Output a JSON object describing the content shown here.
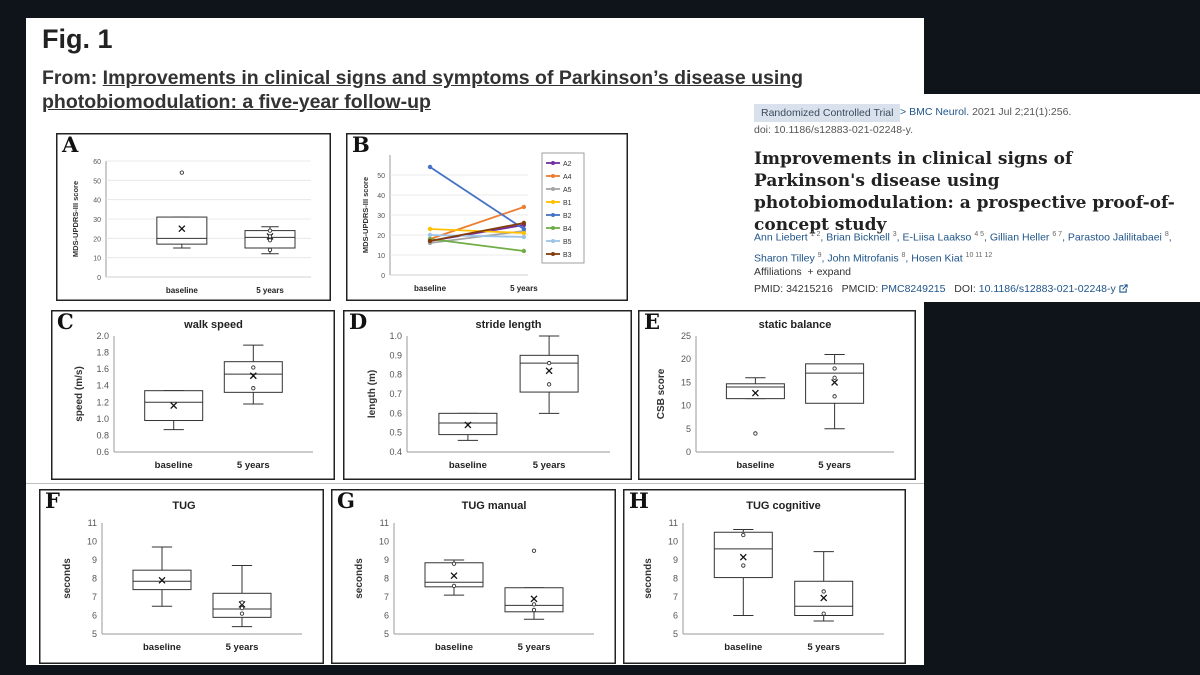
{
  "figure": {
    "title": "Fig. 1",
    "from_label": "From: ",
    "from_link": "Improvements in clinical signs and symptoms of Parkinson’s disease using photobiomodulation: a five-year follow-up"
  },
  "article": {
    "badge": "Randomized Controlled Trial",
    "chevron": ">",
    "journal": "BMC Neurol.",
    "citation": "2021 Jul 2;21(1):256.",
    "doi_line": "doi: 10.1186/s12883-021-02248-y.",
    "title": "Improvements in clinical signs of Parkinson's disease using photobiomodulation: a prospective proof-of-concept study",
    "authors": [
      {
        "name": "Ann Liebert",
        "sup": "1 2"
      },
      {
        "name": "Brian Bicknell",
        "sup": "3"
      },
      {
        "name": "E-Liisa Laakso",
        "sup": "4 5"
      },
      {
        "name": "Gillian Heller",
        "sup": "6 7"
      },
      {
        "name": "Parastoo Jalilitabaei",
        "sup": "8"
      },
      {
        "name": "Sharon Tilley",
        "sup": "9"
      },
      {
        "name": "John Mitrofanis",
        "sup": "8"
      },
      {
        "name": "Hosen Kiat",
        "sup": "10 11 12"
      }
    ],
    "affiliations": "Affiliations",
    "expand": "+ expand",
    "pmid_label": "PMID:",
    "pmid": "34215216",
    "pmcid_label": "PMCID:",
    "pmcid": "PMC8249215",
    "doi_label": "DOI:",
    "doi": "10.1186/s12883-021-02248-y"
  },
  "chart_data": [
    {
      "id": "A",
      "type": "box",
      "title": "",
      "ylabel": "MDS-UPDRS-III score",
      "ylim": [
        0,
        60
      ],
      "yticks": [
        0,
        10,
        20,
        30,
        40,
        50,
        60
      ],
      "categories": [
        "baseline",
        "5 years"
      ],
      "boxes": [
        {
          "min": 15,
          "q1": 17,
          "median": 20,
          "q3": 31,
          "max": 31,
          "mean": 25,
          "points": [
            54
          ]
        },
        {
          "min": 12,
          "q1": 15,
          "median": 20.5,
          "q3": 24,
          "max": 26,
          "mean": 21,
          "points": [
            14,
            19,
            21,
            24
          ]
        }
      ]
    },
    {
      "id": "B",
      "type": "line",
      "title": "",
      "ylabel": "MDS-UPDRS-III score",
      "ylim": [
        0,
        60
      ],
      "yticks": [
        0,
        10,
        20,
        30,
        40,
        50
      ],
      "categories": [
        "baseline",
        "5 years"
      ],
      "series": [
        {
          "name": "A2",
          "color": "#7030a0",
          "values": [
            17,
            25
          ]
        },
        {
          "name": "A4",
          "color": "#ed7d31",
          "values": [
            18,
            34
          ]
        },
        {
          "name": "A5",
          "color": "#a5a5a5",
          "values": [
            16,
            22
          ]
        },
        {
          "name": "B1",
          "color": "#ffc000",
          "values": [
            23,
            21
          ]
        },
        {
          "name": "B2",
          "color": "#4472c4",
          "values": [
            54,
            23
          ]
        },
        {
          "name": "B4",
          "color": "#70ad47",
          "values": [
            18,
            12
          ]
        },
        {
          "name": "B5",
          "color": "#9dc3e6",
          "values": [
            20,
            19
          ]
        },
        {
          "name": "B3",
          "color": "#843c0c",
          "values": [
            17,
            26
          ]
        }
      ]
    },
    {
      "id": "C",
      "type": "box",
      "title": "walk speed",
      "ylabel": "speed (m/s)",
      "ylim": [
        0.6,
        2.0
      ],
      "yticks": [
        "0.6",
        "0.8",
        "1.0",
        "1.2",
        "1.4",
        "1.6",
        "1.8",
        "2.0"
      ],
      "categories": [
        "baseline",
        "5 years"
      ],
      "boxes": [
        {
          "min": 0.87,
          "q1": 0.98,
          "median": 1.2,
          "q3": 1.34,
          "max": 1.34,
          "mean": 1.16,
          "points": []
        },
        {
          "min": 1.18,
          "q1": 1.32,
          "median": 1.54,
          "q3": 1.69,
          "max": 1.89,
          "mean": 1.52,
          "points": [
            1.37,
            1.62
          ]
        }
      ]
    },
    {
      "id": "D",
      "type": "box",
      "title": "stride length",
      "ylabel": "length (m)",
      "ylim": [
        0.4,
        1.0
      ],
      "yticks": [
        "0.4",
        "0.5",
        "0.6",
        "0.7",
        "0.8",
        "0.9",
        "1.0"
      ],
      "categories": [
        "baseline",
        "5 years"
      ],
      "boxes": [
        {
          "min": 0.46,
          "q1": 0.49,
          "median": 0.55,
          "q3": 0.6,
          "max": 0.6,
          "mean": 0.54,
          "points": []
        },
        {
          "min": 0.6,
          "q1": 0.71,
          "median": 0.86,
          "q3": 0.9,
          "max": 1.0,
          "mean": 0.82,
          "points": [
            0.75,
            0.86
          ]
        }
      ]
    },
    {
      "id": "E",
      "type": "box",
      "title": "static balance",
      "ylabel": "CSB score",
      "ylim": [
        0,
        25
      ],
      "yticks": [
        "0",
        "5",
        "10",
        "15",
        "20",
        "25"
      ],
      "categories": [
        "baseline",
        "5 years"
      ],
      "boxes": [
        {
          "min": 11.5,
          "q1": 11.5,
          "median": 14,
          "q3": 14.7,
          "max": 16,
          "mean": 12.7,
          "points": [
            4
          ]
        },
        {
          "min": 5,
          "q1": 10.5,
          "median": 17,
          "q3": 19,
          "max": 21,
          "mean": 15,
          "points": [
            12,
            16,
            18
          ]
        }
      ]
    },
    {
      "id": "F",
      "type": "box",
      "title": "TUG",
      "ylabel": "seconds",
      "ylim": [
        5,
        11
      ],
      "yticks": [
        "5",
        "6",
        "7",
        "8",
        "9",
        "10",
        "11"
      ],
      "categories": [
        "baseline",
        "5 years"
      ],
      "boxes": [
        {
          "min": 6.5,
          "q1": 7.4,
          "median": 7.85,
          "q3": 8.45,
          "max": 9.7,
          "mean": 7.9,
          "points": []
        },
        {
          "min": 5.4,
          "q1": 5.9,
          "median": 6.35,
          "q3": 7.2,
          "max": 8.7,
          "mean": 6.6,
          "points": [
            6.1,
            6.4,
            6.7
          ]
        }
      ]
    },
    {
      "id": "G",
      "type": "box",
      "title": "TUG manual",
      "ylabel": "seconds",
      "ylim": [
        5,
        11
      ],
      "yticks": [
        "5",
        "6",
        "7",
        "8",
        "9",
        "10",
        "11"
      ],
      "categories": [
        "baseline",
        "5 years"
      ],
      "boxes": [
        {
          "min": 7.1,
          "q1": 7.55,
          "median": 7.8,
          "q3": 8.85,
          "max": 9.0,
          "mean": 8.15,
          "points": [
            7.6,
            8.8
          ]
        },
        {
          "min": 5.8,
          "q1": 6.2,
          "median": 6.55,
          "q3": 7.5,
          "max": 7.5,
          "mean": 6.9,
          "points": [
            6.3,
            6.6,
            9.5
          ]
        }
      ]
    },
    {
      "id": "H",
      "type": "box",
      "title": "TUG cognitive",
      "ylabel": "seconds",
      "ylim": [
        5,
        11
      ],
      "yticks": [
        "5",
        "6",
        "7",
        "8",
        "9",
        "10",
        "11"
      ],
      "categories": [
        "baseline",
        "5 years"
      ],
      "boxes": [
        {
          "min": 6.0,
          "q1": 8.05,
          "median": 9.6,
          "q3": 10.5,
          "max": 10.65,
          "mean": 9.15,
          "points": [
            8.7,
            10.35
          ]
        },
        {
          "min": 5.7,
          "q1": 6.0,
          "median": 6.5,
          "q3": 7.85,
          "max": 9.45,
          "mean": 6.95,
          "points": [
            6.1,
            7.3
          ]
        }
      ]
    }
  ]
}
